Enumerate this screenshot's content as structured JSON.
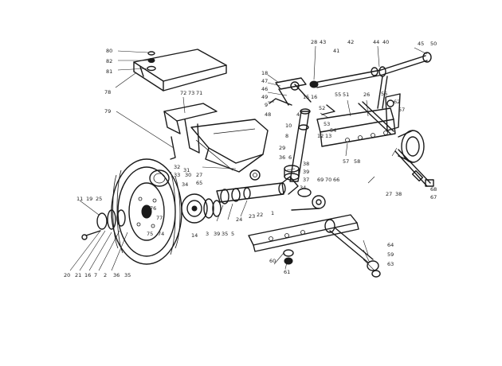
{
  "callouts": {
    "c80": "80",
    "c82": "82",
    "c81": "81",
    "c78": "78",
    "c79": "79",
    "c72": "72",
    "c73": "73",
    "c71": "71",
    "c28": "28",
    "c43": "43",
    "c42": "42",
    "c44": "44",
    "c40": "40",
    "c45": "45",
    "c50": "50",
    "c41": "41",
    "c18": "18",
    "c47": "47",
    "c46": "46",
    "c49": "49",
    "c9": "9",
    "c48": "48",
    "c4": "4",
    "c10": "10",
    "c8": "8",
    "c15": "15",
    "c16": "16",
    "c55": "55",
    "c51": "51",
    "c52": "52",
    "c53": "53",
    "c54": "54",
    "c26": "26",
    "c57": "57",
    "c58": "58",
    "c62": "62",
    "c57b": "57",
    "c29": "29",
    "c36": "36",
    "c6": "6",
    "c12": "12",
    "c13": "13",
    "c38": "38",
    "c39": "39",
    "c37": "37",
    "c34": "34",
    "c69": "69",
    "c70": "70",
    "c66": "66",
    "c32": "32",
    "c31": "31",
    "c33": "33",
    "c30": "30",
    "c34b": "34",
    "c27": "27",
    "c65": "65",
    "c24": "24",
    "c23": "23",
    "c22": "22",
    "c1": "1",
    "c11": "11",
    "c19": "19",
    "c25": "25",
    "c77": "77",
    "c76": "76",
    "c75": "75",
    "c74": "74",
    "c14": "14",
    "c3": "3",
    "c39b": "39",
    "c35": "35",
    "c5": "5",
    "c20": "20",
    "c21": "21",
    "c16b": "16",
    "c7": "7",
    "c2": "2",
    "c36b": "36",
    "c35b": "35",
    "c56": "56",
    "c60": "60",
    "c61": "61",
    "c64": "64",
    "c59": "59",
    "c63": "63",
    "c27b": "27",
    "c38b": "38",
    "c68": "68",
    "c67": "67"
  }
}
